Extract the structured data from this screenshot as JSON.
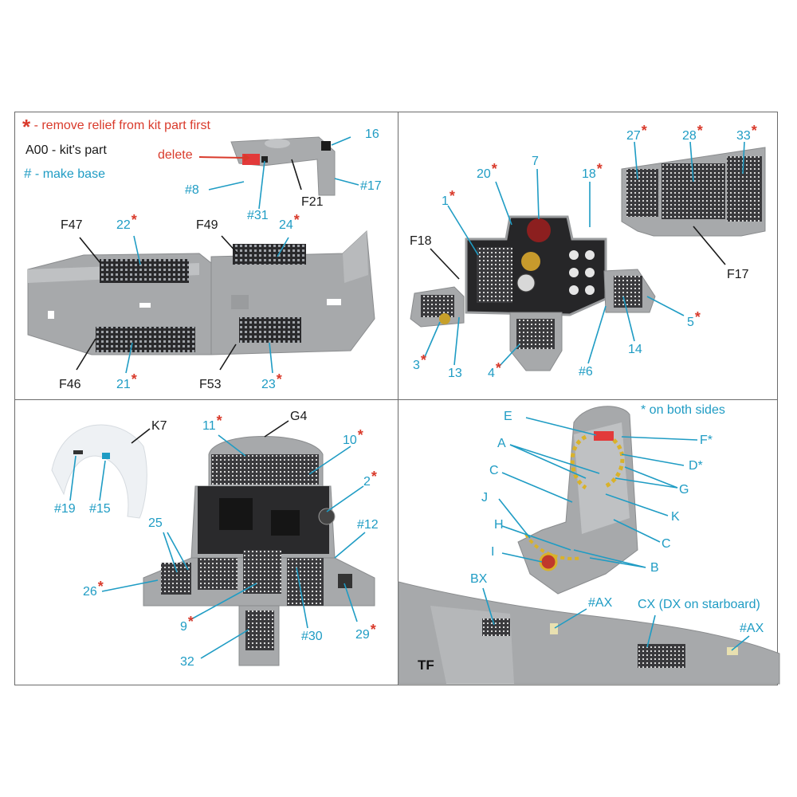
{
  "legend": {
    "star_symbol": "*",
    "star_text": "- remove relief from kit part first",
    "kit_part_text": "A00 - kit's part",
    "hash_symbol": "#",
    "hash_text": "- make base"
  },
  "panel1": {
    "delete": "delete",
    "labels": {
      "p16": "16",
      "p8": "#8",
      "p31": "#31",
      "F21": "F21",
      "p17": "#17",
      "F47": "F47",
      "p22": "22",
      "F49": "F49",
      "p24": "24",
      "F46": "F46",
      "p21": "21",
      "F53": "F53",
      "p23": "23"
    }
  },
  "panel2": {
    "labels": {
      "p27": "27",
      "p28": "28",
      "p33": "33",
      "p20": "20",
      "p7": "7",
      "p18": "18",
      "p1": "1",
      "F18": "F18",
      "F17": "F17",
      "p5": "5",
      "p3": "3",
      "p13": "13",
      "p4": "4",
      "p6": "#6",
      "p14": "14"
    }
  },
  "panel3": {
    "labels": {
      "K7": "K7",
      "G4": "G4",
      "p11": "11",
      "p10": "10",
      "p2": "2",
      "p19": "#19",
      "p15": "#15",
      "p25": "25",
      "p12": "#12",
      "p26": "26",
      "p9": "9",
      "p30": "#30",
      "p29": "29",
      "p32": "32"
    }
  },
  "panel4": {
    "note": "* on both sides",
    "labels": {
      "E": "E",
      "Fs": "F*",
      "A": "A",
      "Ds": "D*",
      "C1": "C",
      "G": "G",
      "K": "K",
      "J": "J",
      "C2": "C",
      "H": "H",
      "B": "B",
      "I": "I",
      "BX": "BX",
      "AX1": "#AX",
      "CX": "CX (DX on starboard)",
      "AX2": "#AX",
      "TF": "TF"
    }
  },
  "colors": {
    "blue": "#1f9cc4",
    "red": "#d93a2b",
    "grey_part": "#a7a9ab",
    "panel_dark": "#2a2a2c"
  }
}
